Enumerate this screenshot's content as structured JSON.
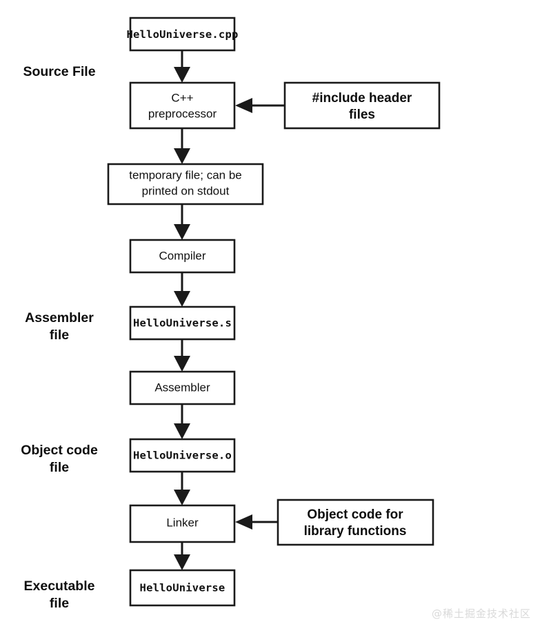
{
  "diagram": {
    "type": "flowchart",
    "title": "C++ compilation pipeline",
    "orientation": "top-to-bottom",
    "background_color": "#ffffff",
    "line_color": "#1a1a1a",
    "text_color": "#111111",
    "stage_labels": [
      {
        "id": "source-file",
        "line1": "Source File",
        "line2": ""
      },
      {
        "id": "assembler-file",
        "line1": "Assembler",
        "line2": "file"
      },
      {
        "id": "object-code-file",
        "line1": "Object code",
        "line2": "file"
      },
      {
        "id": "executable-file",
        "line1": "Executable",
        "line2": "file"
      }
    ],
    "nodes": [
      {
        "id": "hellouniverse-cpp",
        "line1": "HelloUniverse.cpp",
        "line2": "",
        "style": "mono"
      },
      {
        "id": "cpp-preprocessor",
        "line1": "C++",
        "line2": "preprocessor",
        "style": "plain"
      },
      {
        "id": "include-header-files",
        "line1": "#include header",
        "line2": "files",
        "style": "bold"
      },
      {
        "id": "temporary-file",
        "line1": "temporary file; can be",
        "line2": "printed on stdout",
        "style": "plain"
      },
      {
        "id": "compiler",
        "line1": "Compiler",
        "line2": "",
        "style": "plain"
      },
      {
        "id": "hellouniverse-s",
        "line1": "HelloUniverse.s",
        "line2": "",
        "style": "mono"
      },
      {
        "id": "assembler",
        "line1": "Assembler",
        "line2": "",
        "style": "plain"
      },
      {
        "id": "hellouniverse-o",
        "line1": "HelloUniverse.o",
        "line2": "",
        "style": "mono"
      },
      {
        "id": "linker",
        "line1": "Linker",
        "line2": "",
        "style": "plain"
      },
      {
        "id": "object-code-library",
        "line1": "Object code for",
        "line2": "library functions",
        "style": "bold"
      },
      {
        "id": "hellouniverse-exe",
        "line1": "HelloUniverse",
        "line2": "",
        "style": "mono"
      }
    ],
    "edges": [
      {
        "from": "hellouniverse-cpp",
        "to": "cpp-preprocessor",
        "direction": "down"
      },
      {
        "from": "include-header-files",
        "to": "cpp-preprocessor",
        "direction": "left"
      },
      {
        "from": "cpp-preprocessor",
        "to": "temporary-file",
        "direction": "down"
      },
      {
        "from": "temporary-file",
        "to": "compiler",
        "direction": "down"
      },
      {
        "from": "compiler",
        "to": "hellouniverse-s",
        "direction": "down"
      },
      {
        "from": "hellouniverse-s",
        "to": "assembler",
        "direction": "down"
      },
      {
        "from": "assembler",
        "to": "hellouniverse-o",
        "direction": "down"
      },
      {
        "from": "hellouniverse-o",
        "to": "linker",
        "direction": "down"
      },
      {
        "from": "object-code-library",
        "to": "linker",
        "direction": "left"
      },
      {
        "from": "linker",
        "to": "hellouniverse-exe",
        "direction": "down"
      }
    ]
  },
  "watermark": {
    "text": "@稀土掘金技术社区",
    "color": "#d9d9d9"
  }
}
